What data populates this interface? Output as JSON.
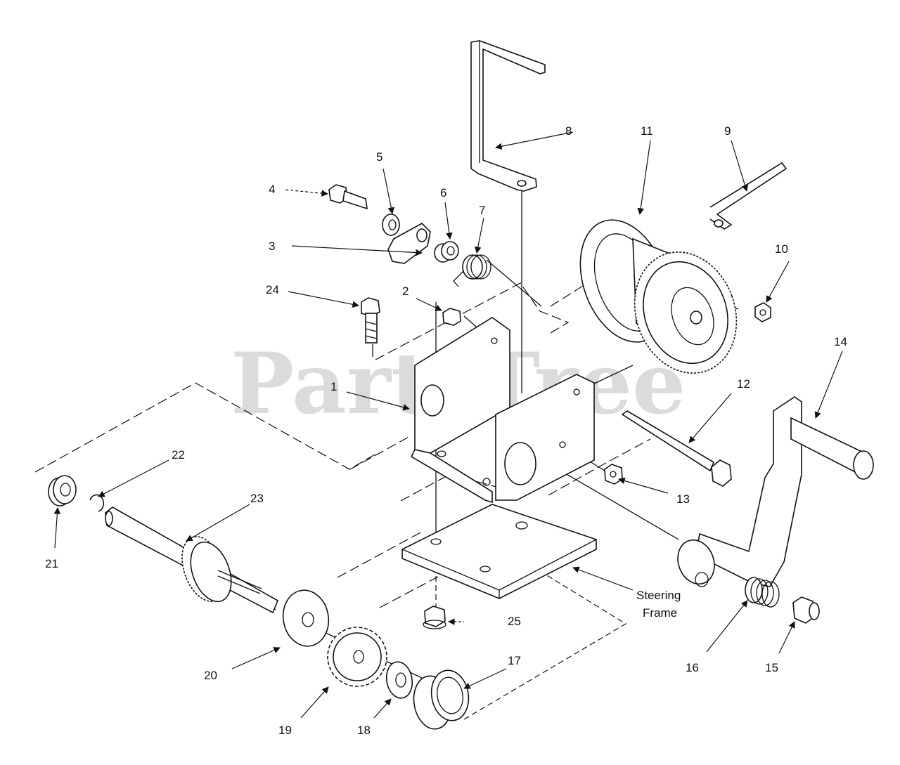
{
  "watermark": "PartsTree",
  "labels": {
    "l1": "1",
    "l2": "2",
    "l3": "3",
    "l4": "4",
    "l5": "5",
    "l6": "6",
    "l7": "7",
    "l8": "8",
    "l9": "9",
    "l10": "10",
    "l11": "11",
    "l12": "12",
    "l13": "13",
    "l14": "14",
    "l15": "15",
    "l16": "16",
    "l17": "17",
    "l18": "18",
    "l19": "19",
    "l20": "20",
    "l21": "21",
    "l22": "22",
    "l23": "23",
    "l24": "24",
    "l25": "25",
    "steering_line1": "Steering",
    "steering_line2": "Frame"
  }
}
